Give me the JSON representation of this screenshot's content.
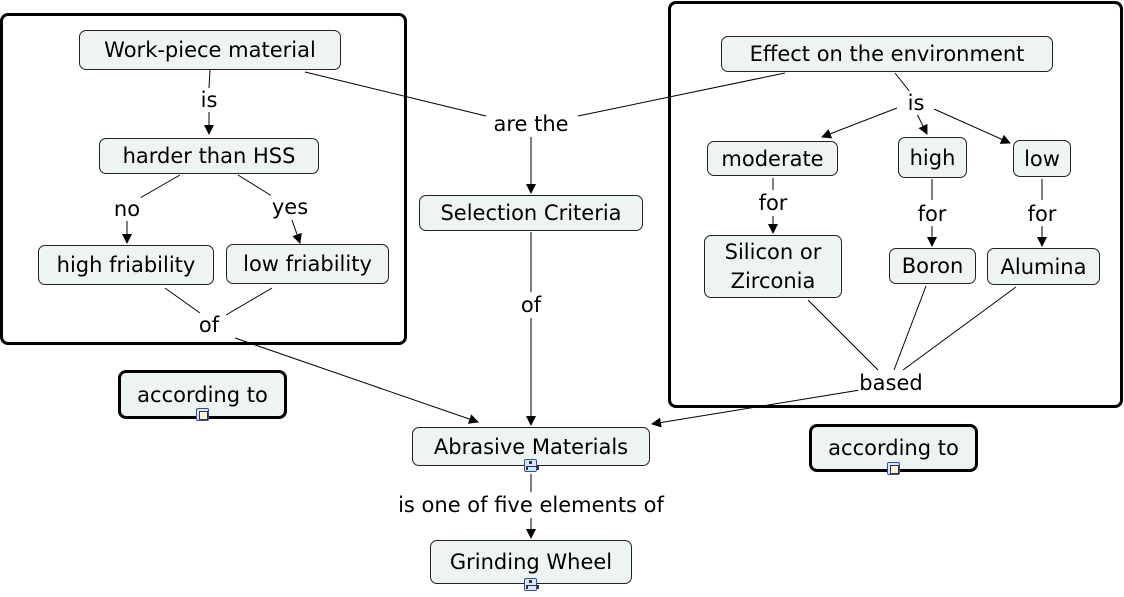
{
  "concepts": {
    "workpiece": "Work-piece material",
    "harder": "harder than HSS",
    "high_friability": "high friability",
    "low_friability": "low friability",
    "effect": "Effect on the environment",
    "moderate": "moderate",
    "high": "high",
    "low": "low",
    "silicon": "Silicon or\nZirconia",
    "boron": "Boron",
    "alumina": "Alumina",
    "selection": "Selection Criteria",
    "abrasive": "Abrasive Materials",
    "grinding": "Grinding Wheel",
    "according_left": "according to",
    "according_right": "according to"
  },
  "links": {
    "is_left": "is",
    "no": "no",
    "yes": "yes",
    "of_left": "of",
    "are_the": "are the",
    "is_right": "is",
    "for_moderate": "for",
    "for_high": "for",
    "for_low": "for",
    "based": "based",
    "of_center": "of",
    "is_one_of": "is one of five elements of"
  },
  "colors": {
    "concept_fill": "#eef3f4",
    "resource_icon": "#2b4fa8"
  },
  "icons": {
    "abrasive": "concept-map-icon",
    "grinding": "concept-map-icon",
    "according_left": "document-icon",
    "according_right": "document-icon"
  }
}
